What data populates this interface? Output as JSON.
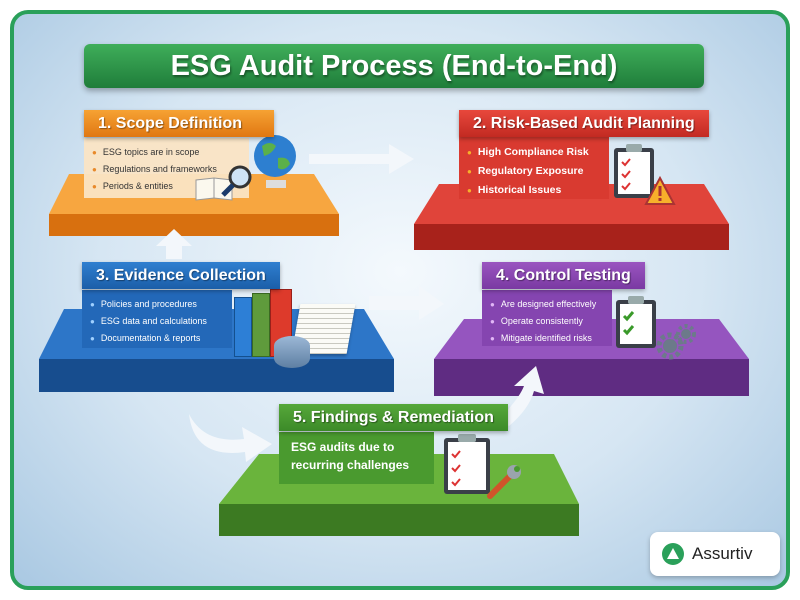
{
  "title": "ESG Audit Process (End-to-End)",
  "steps": [
    {
      "title": "1. Scope Definition",
      "items": [
        "ESG topics are in scope",
        "Regulations and frameworks",
        "Periods & entities"
      ],
      "color": "#f08a1e"
    },
    {
      "title": "2. Risk-Based Audit Planning",
      "items": [
        "High Compliance Risk",
        "Regulatory Exposure",
        "Historical Issues"
      ],
      "color": "#d9342b"
    },
    {
      "title": "3. Evidence Collection",
      "items": [
        "Policies and procedures",
        "ESG data and calculations",
        "Documentation & reports"
      ],
      "color": "#2368b8"
    },
    {
      "title": "4. Control Testing",
      "items": [
        "Are designed effectively",
        "Operate consistently",
        "Mitigate identified risks"
      ],
      "color": "#8545b0"
    },
    {
      "title": "5. Findings & Remediation",
      "text": "ESG audits due to recurring challenges",
      "color": "#4a9a2f"
    }
  ],
  "icons": {
    "step1": [
      "globe-icon",
      "magnifier-icon",
      "document-icon"
    ],
    "step2": [
      "clipboard-icon",
      "warning-icon"
    ],
    "step3": [
      "binders-icon",
      "papers-icon",
      "database-icon"
    ],
    "step4": [
      "clipboard-icon",
      "gears-icon"
    ],
    "step5": [
      "clipboard-icon",
      "wrench-icon"
    ]
  },
  "logo": {
    "text": "Assurtiv"
  },
  "frame_color": "#2aa05a"
}
